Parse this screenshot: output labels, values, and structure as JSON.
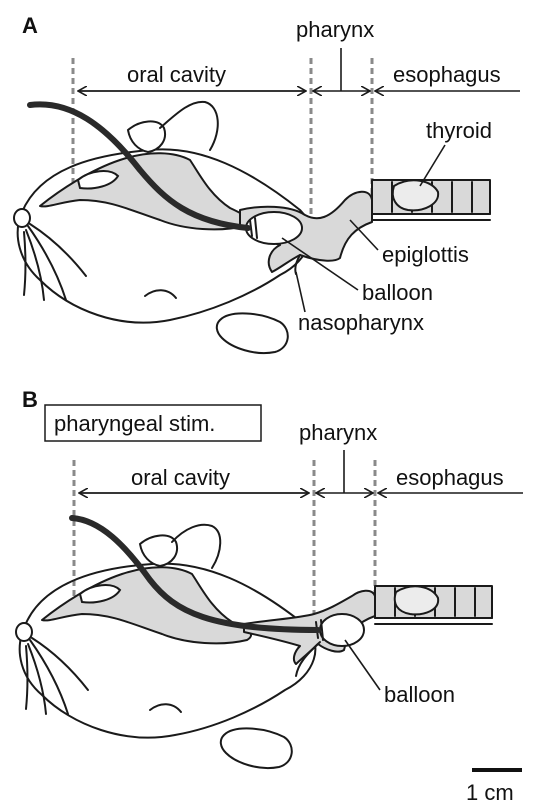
{
  "panel_a": {
    "letter": "A",
    "labels": {
      "oral_cavity": "oral cavity",
      "pharynx": "pharynx",
      "esophagus": "esophagus",
      "thyroid": "thyroid",
      "epiglottis": "epiglottis",
      "balloon": "balloon",
      "nasopharynx": "nasopharynx"
    }
  },
  "panel_b": {
    "letter": "B",
    "condition": "pharyngeal stim.",
    "labels": {
      "oral_cavity": "oral cavity",
      "pharynx": "pharynx",
      "esophagus": "esophagus",
      "balloon": "balloon"
    }
  },
  "scale_bar": {
    "label": "1 cm"
  },
  "colors": {
    "tissue": "#d9d9d9",
    "dashed_line": "#8a8a8a",
    "ink": "#1a1a1a"
  }
}
